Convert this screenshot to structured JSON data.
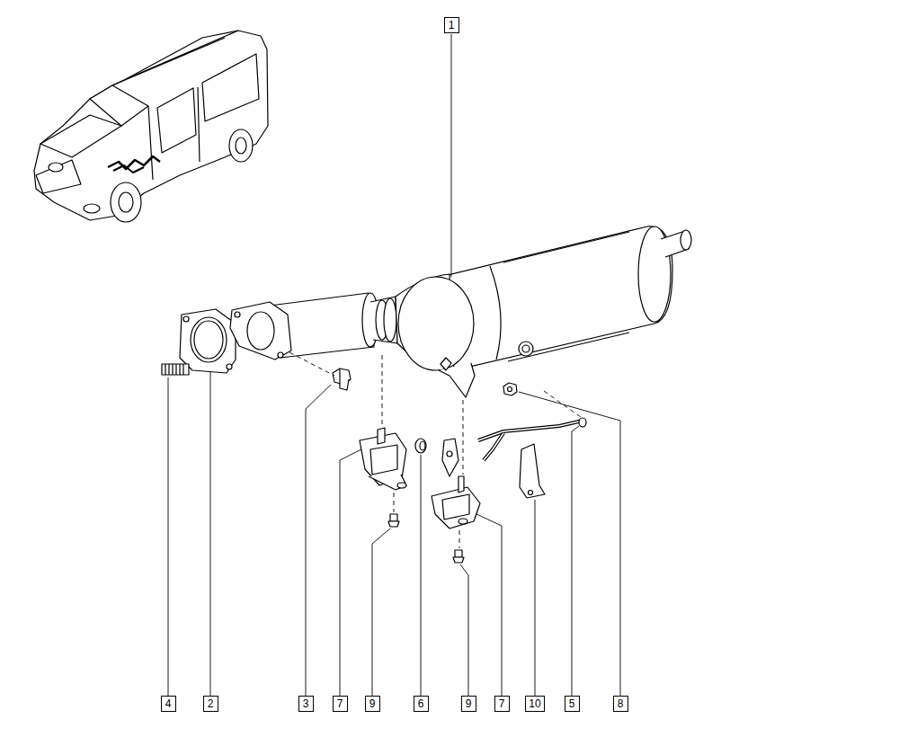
{
  "diagram": {
    "labels": [
      "1",
      "4",
      "2",
      "3",
      "7",
      "9",
      "6",
      "9",
      "7",
      "10",
      "5",
      "8"
    ]
  }
}
